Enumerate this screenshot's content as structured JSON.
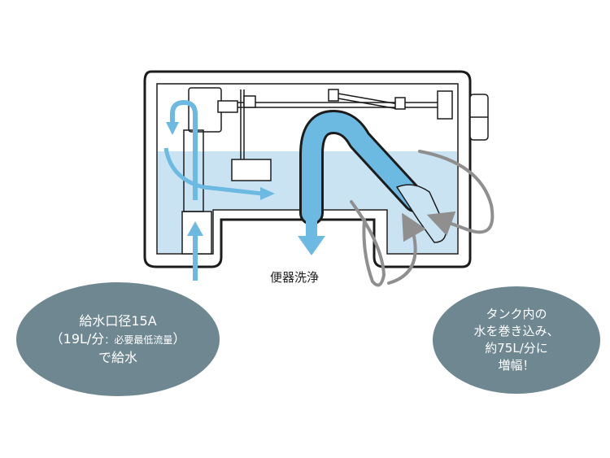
{
  "labels": {
    "flush": "便器洗浄"
  },
  "bubble_left": {
    "line1": "給水口径15A",
    "line2_open": "（19L/分",
    "line2_small": "：必要最低流量",
    "line2_close": "）",
    "line3": "で給水"
  },
  "bubble_right": {
    "line1": "タンク内の",
    "line2": "水を巻き込み、",
    "line3": "約75L/分に",
    "line4": "増幅！"
  },
  "colors": {
    "water": "#c9e3f3",
    "flow_arrow": "#6cb9e2",
    "circulation_arrow": "#8f8f8f",
    "tank_outline": "#1c1c1c",
    "bubble": "#6f8791"
  }
}
